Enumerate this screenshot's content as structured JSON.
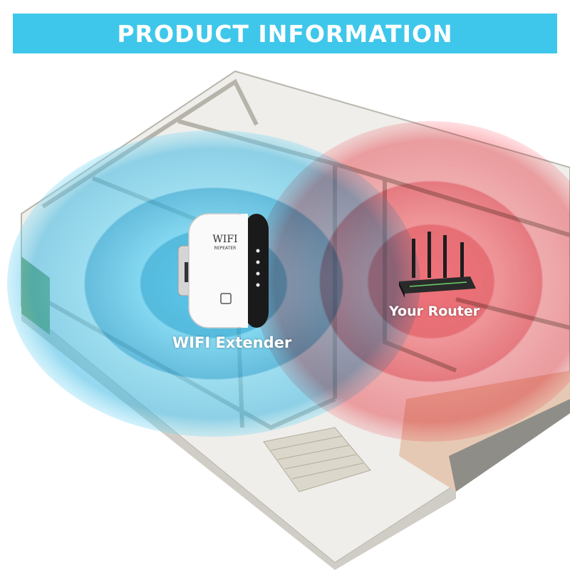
{
  "banner": {
    "title": "PRODUCT INFORMATION"
  },
  "labels": {
    "extender": "WIFI Extender",
    "router": "Your Router"
  },
  "device_text": {
    "brand": "WIFI",
    "sub": "REPEATER"
  },
  "colors": {
    "banner": "#3ec7ea",
    "extender_signal": "#1fb6e8",
    "router_signal": "#ff4a57"
  },
  "icons": [
    "wifi-extender-icon",
    "router-icon",
    "house-floorplan-illustration"
  ]
}
